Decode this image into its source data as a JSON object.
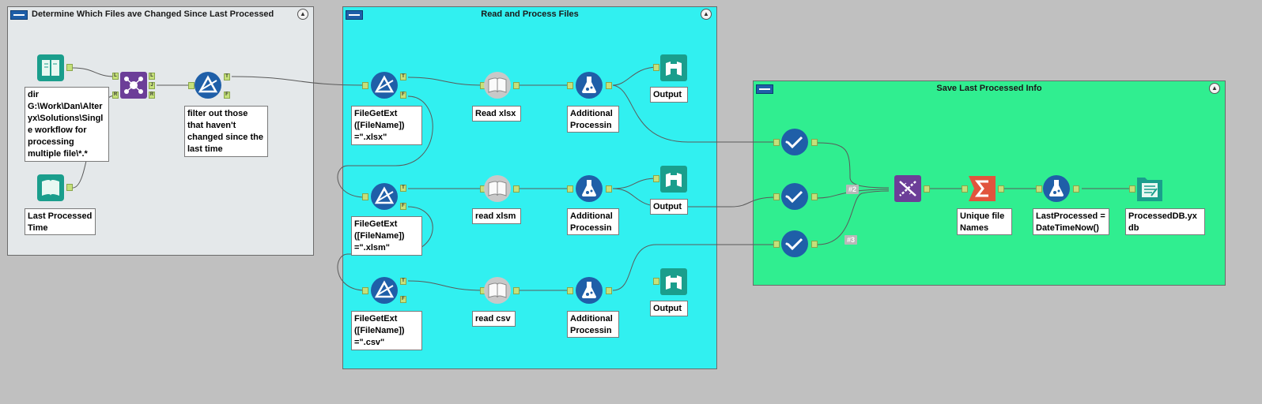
{
  "containers": {
    "determine": {
      "title": "Determine Which Files ave Changed Since Last Processed",
      "collapse_glyph": "▲",
      "color": "#e4e8ea"
    },
    "read": {
      "title": "Read and Process Files",
      "collapse_glyph": "▲",
      "color": "#31f0f0"
    },
    "save": {
      "title": "Save Last Processed Info",
      "collapse_glyph": "▲",
      "color": "#30ee90"
    }
  },
  "notes": {
    "dir": "dir G:\\Work\\Dan\\Alteryx\\Solutions\\Single workflow for processing multiple file\\*.*",
    "last_processed_time": "Last Processed Time",
    "filter": "filter out those that haven't changed since the last time",
    "filter_xlsx": "FileGetExt ([FileName]) =\".xlsx\"",
    "filter_xlsm": "FileGetExt ([FileName]) =\".xlsm\"",
    "filter_csv": "FileGetExt ([FileName]) =\".csv\"",
    "read_xlsx": "Read xlsx",
    "read_xlsm": "read xlsm",
    "read_csv": "read csv",
    "additional_1": "Additional Processing",
    "additional_2": "Additional Processing",
    "additional_3": "Additional Processing",
    "output_1": "Output",
    "output_2": "Output",
    "output_3": "Output",
    "unique": "Unique file Names",
    "lastprocessed_formula": "LastProcessed = DateTimeNow()",
    "processeddb": "ProcessedDB.yxdb"
  },
  "anchors": {
    "true": "T",
    "false": "F",
    "left": "L",
    "join": "J",
    "right": "R"
  },
  "badges": {
    "b2": "#2",
    "b3": "#3"
  },
  "colors": {
    "directory": "#1a9e8c",
    "join": "#6c3e98",
    "filter": "#1f5fa8",
    "input": "#c8c8c8",
    "formula": "#1f5fa8",
    "browse": "#1a9e8c",
    "select": "#1f5fa8",
    "union": "#6c3e98",
    "summarize": "#e1543d",
    "output": "#1a9e8c",
    "connector": "#5a5a5a"
  },
  "icons": {
    "directory": "directory-icon",
    "join": "join-icon",
    "filter": "filter-icon",
    "input": "book-input-icon",
    "formula": "flask-formula-icon",
    "browse": "binoculars-browse-icon",
    "select": "checkmark-select-icon",
    "union": "union-icon",
    "summarize": "sigma-summarize-icon",
    "output": "output-file-icon"
  }
}
